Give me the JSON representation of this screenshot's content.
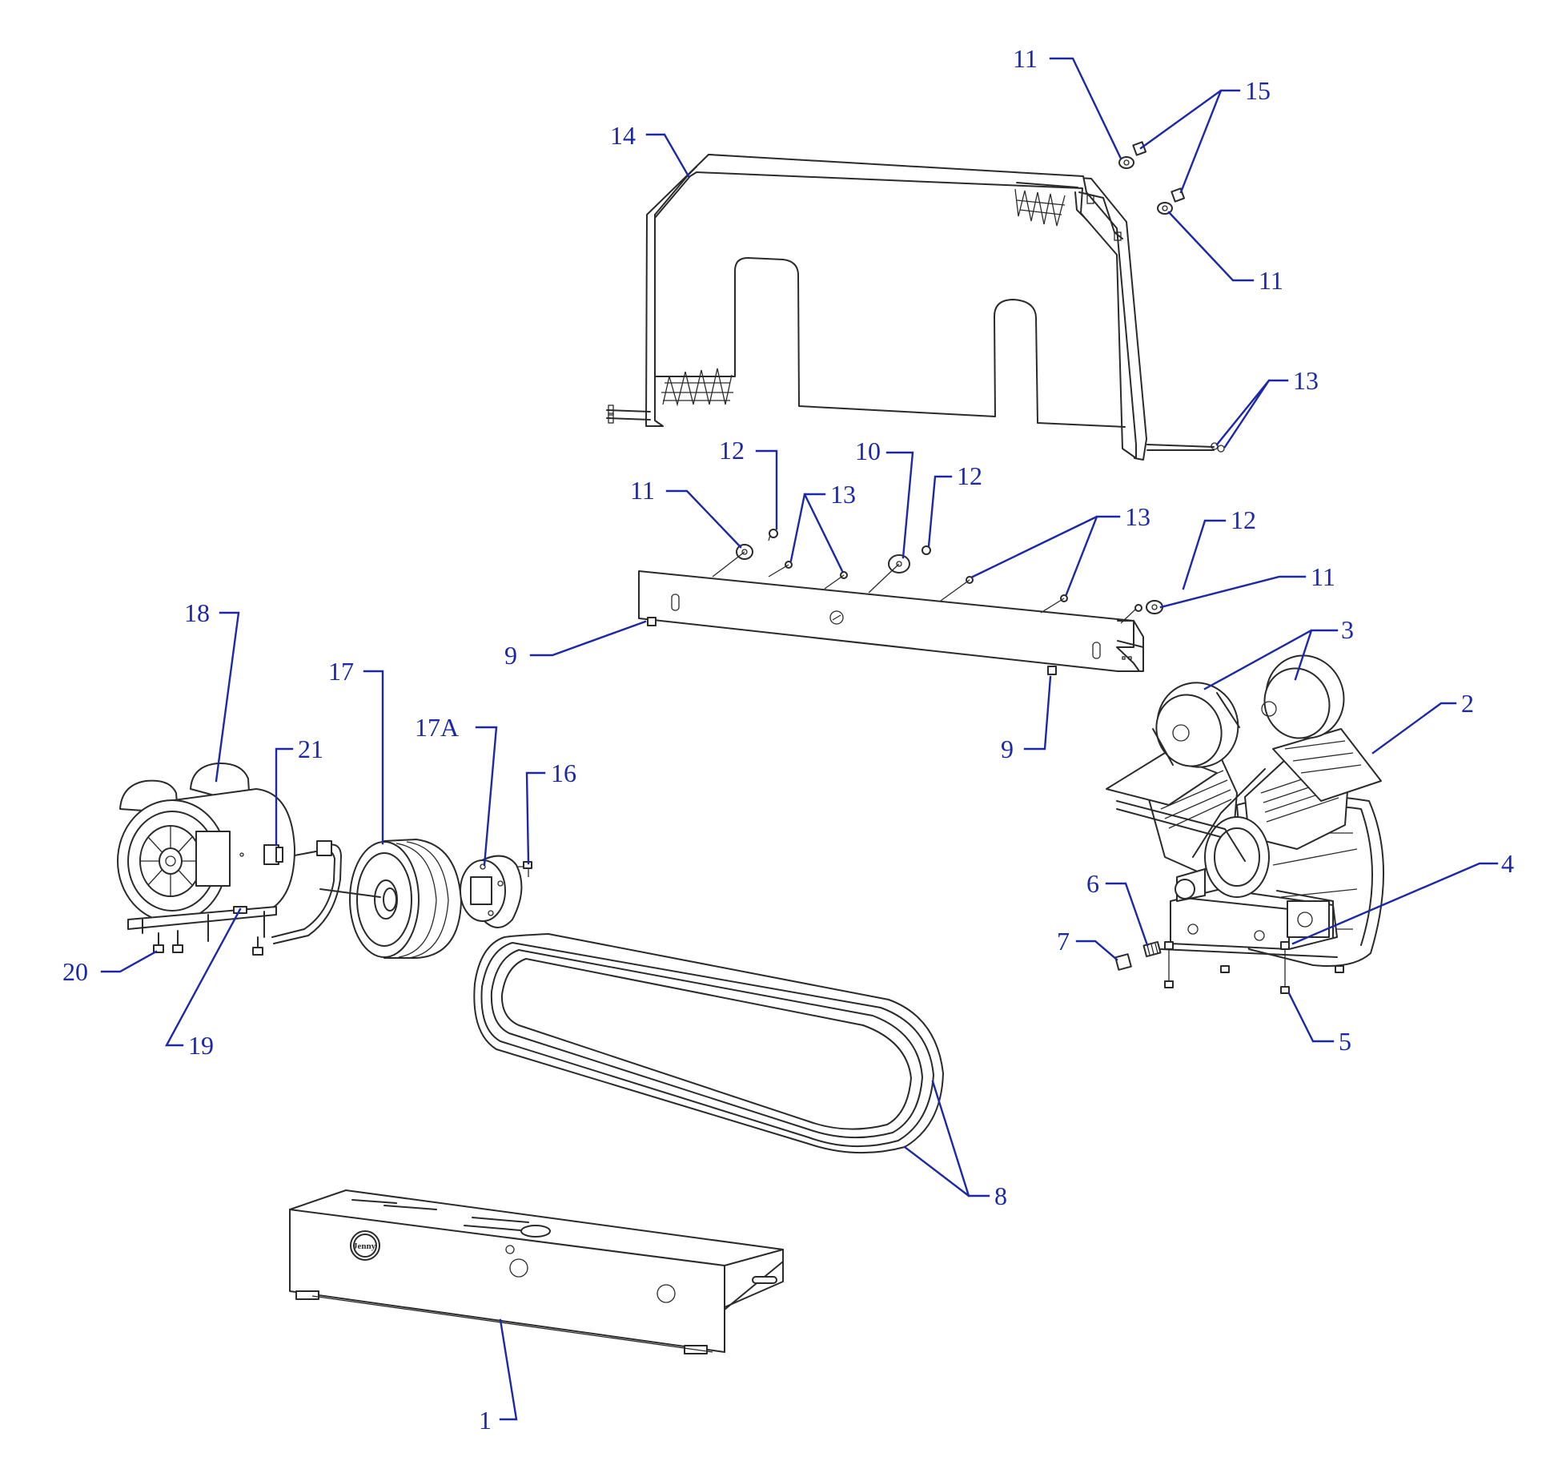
{
  "diagram": {
    "colors": {
      "line": "#2a2a2a",
      "callout": "#1d28a6",
      "background": "#ffffff"
    },
    "callouts": {
      "c1": "1",
      "c2": "2",
      "c3": "3",
      "c4": "4",
      "c5": "5",
      "c6": "6",
      "c7": "7",
      "c8": "8",
      "c9a": "9",
      "c9b": "9",
      "c10": "10",
      "c11a": "11",
      "c11b": "11",
      "c11c": "11",
      "c11d": "11",
      "c12a": "12",
      "c12b": "12",
      "c12c": "12",
      "c13a": "13",
      "c13b": "13",
      "c13c": "13",
      "c14": "14",
      "c15": "15",
      "c16": "16",
      "c17": "17",
      "c17a": "17A",
      "c18": "18",
      "c19": "19",
      "c20": "20",
      "c21": "21"
    },
    "base_logo_text": "Jenny"
  }
}
